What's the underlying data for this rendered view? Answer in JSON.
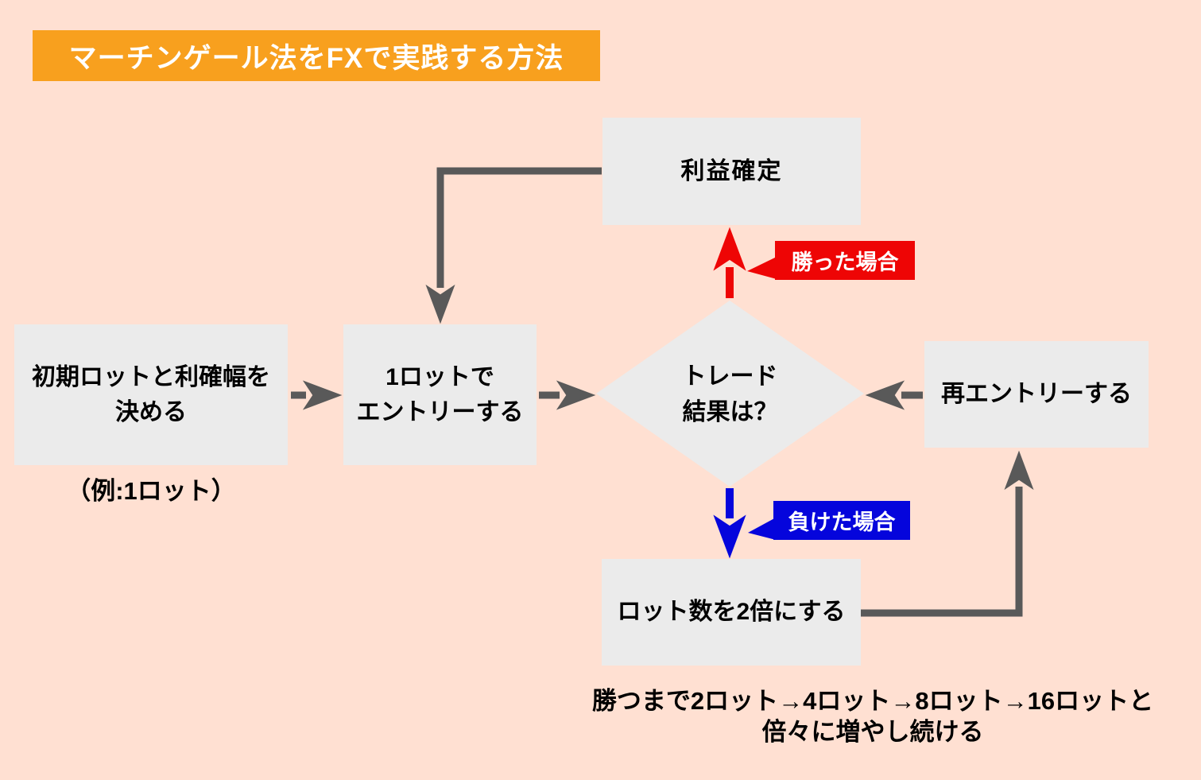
{
  "title": "マーチンゲール法をFXで実践する方法",
  "nodes": {
    "profit": "利益確定",
    "initial_line1": "初期ロットと利確幅を",
    "initial_line2": "決める",
    "initial_note": "（例:1ロット）",
    "entry_line1": "1ロットで",
    "entry_line2": "エントリーする",
    "decision_line1": "トレード",
    "decision_line2": "結果は？",
    "reentry": "再エントリーする",
    "double_lot": "ロット数を2倍にする"
  },
  "branch_labels": {
    "win": "勝った場合",
    "lose": "負けた場合"
  },
  "footnote": {
    "line1": "勝つまで2ロット→4ロット→8ロット→16ロットと",
    "line2": "倍々に増やし続ける"
  },
  "colors": {
    "background": "#FFE0D2",
    "node_fill": "#EBEBEB",
    "arrow": "#595959",
    "title_bg": "#F8A01E",
    "win_bg": "#EE0505",
    "lose_bg": "#0505DC"
  }
}
